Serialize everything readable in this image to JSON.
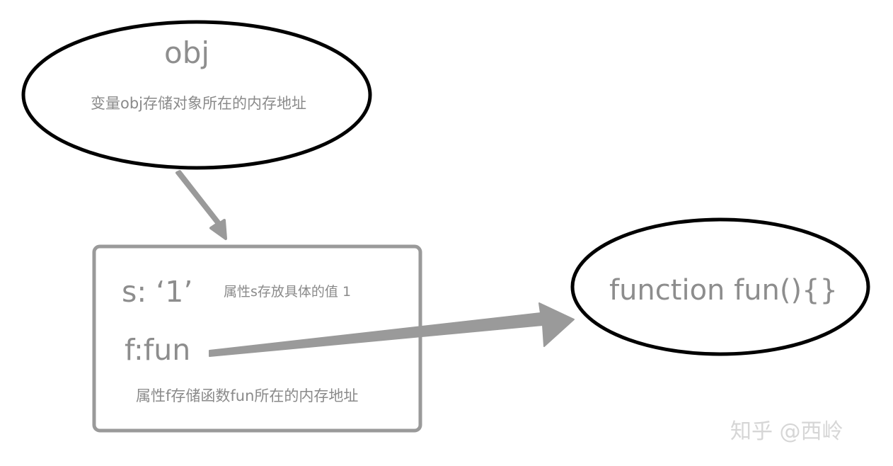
{
  "diagram": {
    "object_node": {
      "title": "obj",
      "description": "变量obj存储对象所在的内存地址"
    },
    "object_box": {
      "property_s": {
        "key": "s: ‘1’",
        "description": "属性s存放具体的值 1"
      },
      "property_f": {
        "key": "f:fun",
        "description": "属性f存储函数fun所在的内存地址"
      }
    },
    "function_node": {
      "label": "function fun(){}"
    }
  },
  "watermark": "知乎 @西岭",
  "colors": {
    "ellipse_stroke": "#000000",
    "box_stroke": "#999999",
    "arrow_fill": "#999999",
    "text_gray": "#8c8c8c",
    "background": "#ffffff"
  }
}
